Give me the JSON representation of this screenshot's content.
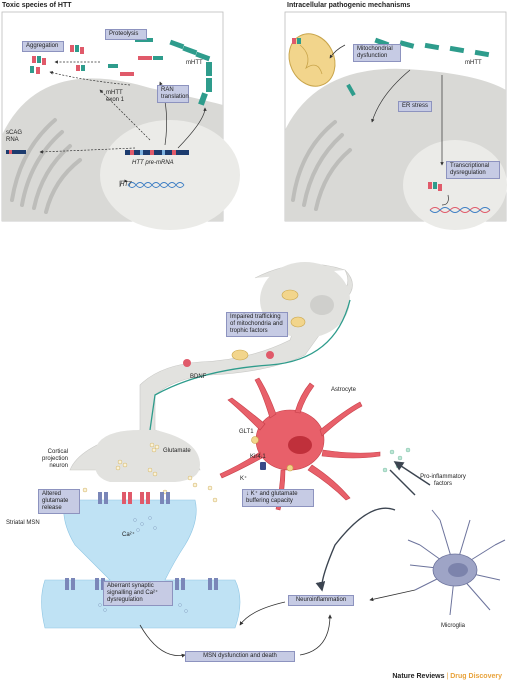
{
  "panels": {
    "left_title": "Toxic species of HTT",
    "right_title": "Intracellular pathogenic mechanisms"
  },
  "left": {
    "proteolysis": "Proteolysis",
    "aggregation": "Aggregation",
    "mhtt": "mHTT",
    "mhtt_exon1": "mHTT exon 1",
    "ran_translation": "RAN translation",
    "scag_rna": "sCAG RNA",
    "htt_premrna": "HTT pre-mRNA",
    "htt_gene": "HTT"
  },
  "right": {
    "mito_dysfunction": "Mitochondrial dysfunction",
    "mhtt": "mHTT",
    "er_stress": "ER stress",
    "transcriptional": "Transcriptional dysregulation"
  },
  "circuit": {
    "impaired_trafficking": "Impaired trafficking of mitochondria and trophic factors",
    "bdnf": "BDNF",
    "astrocyte": "Astrocyte",
    "glutamate": "Glutamate",
    "cortical_neuron": "Cortical projection neuron",
    "glt1": "GLT1",
    "kir41": "Kir4.1",
    "k_plus": "K⁺",
    "buffering": "↓ K⁺ and glutamate buffering capacity",
    "altered_release": "Altered glutamate release",
    "striatal_msn": "Striatal MSN",
    "ca": "Ca²⁺",
    "aberrant": "Aberrant synaptic signalling and Ca²⁺ dysregulation",
    "pro_inflammatory": "Pro-inflammatory factors",
    "neuroinflammation": "Neuroinflammation",
    "microglia": "Microglia",
    "msn_dysfunction": "MSN dysfunction and death"
  },
  "footer": {
    "journal": "Nature Reviews",
    "separator": "|",
    "section": "Drug Discovery"
  },
  "colors": {
    "label_box": "#c6cbe4",
    "nucleus": "#e6e6e3",
    "cytoplasm": "#d9d9d6",
    "neuron": "#e2e2df",
    "msn": "#bfe2f4",
    "astrocyte": "#e8606a",
    "mitochondrion": "#f2d58c",
    "microglia": "#9ea4c6",
    "htt_protein": "#2e9c8c"
  }
}
